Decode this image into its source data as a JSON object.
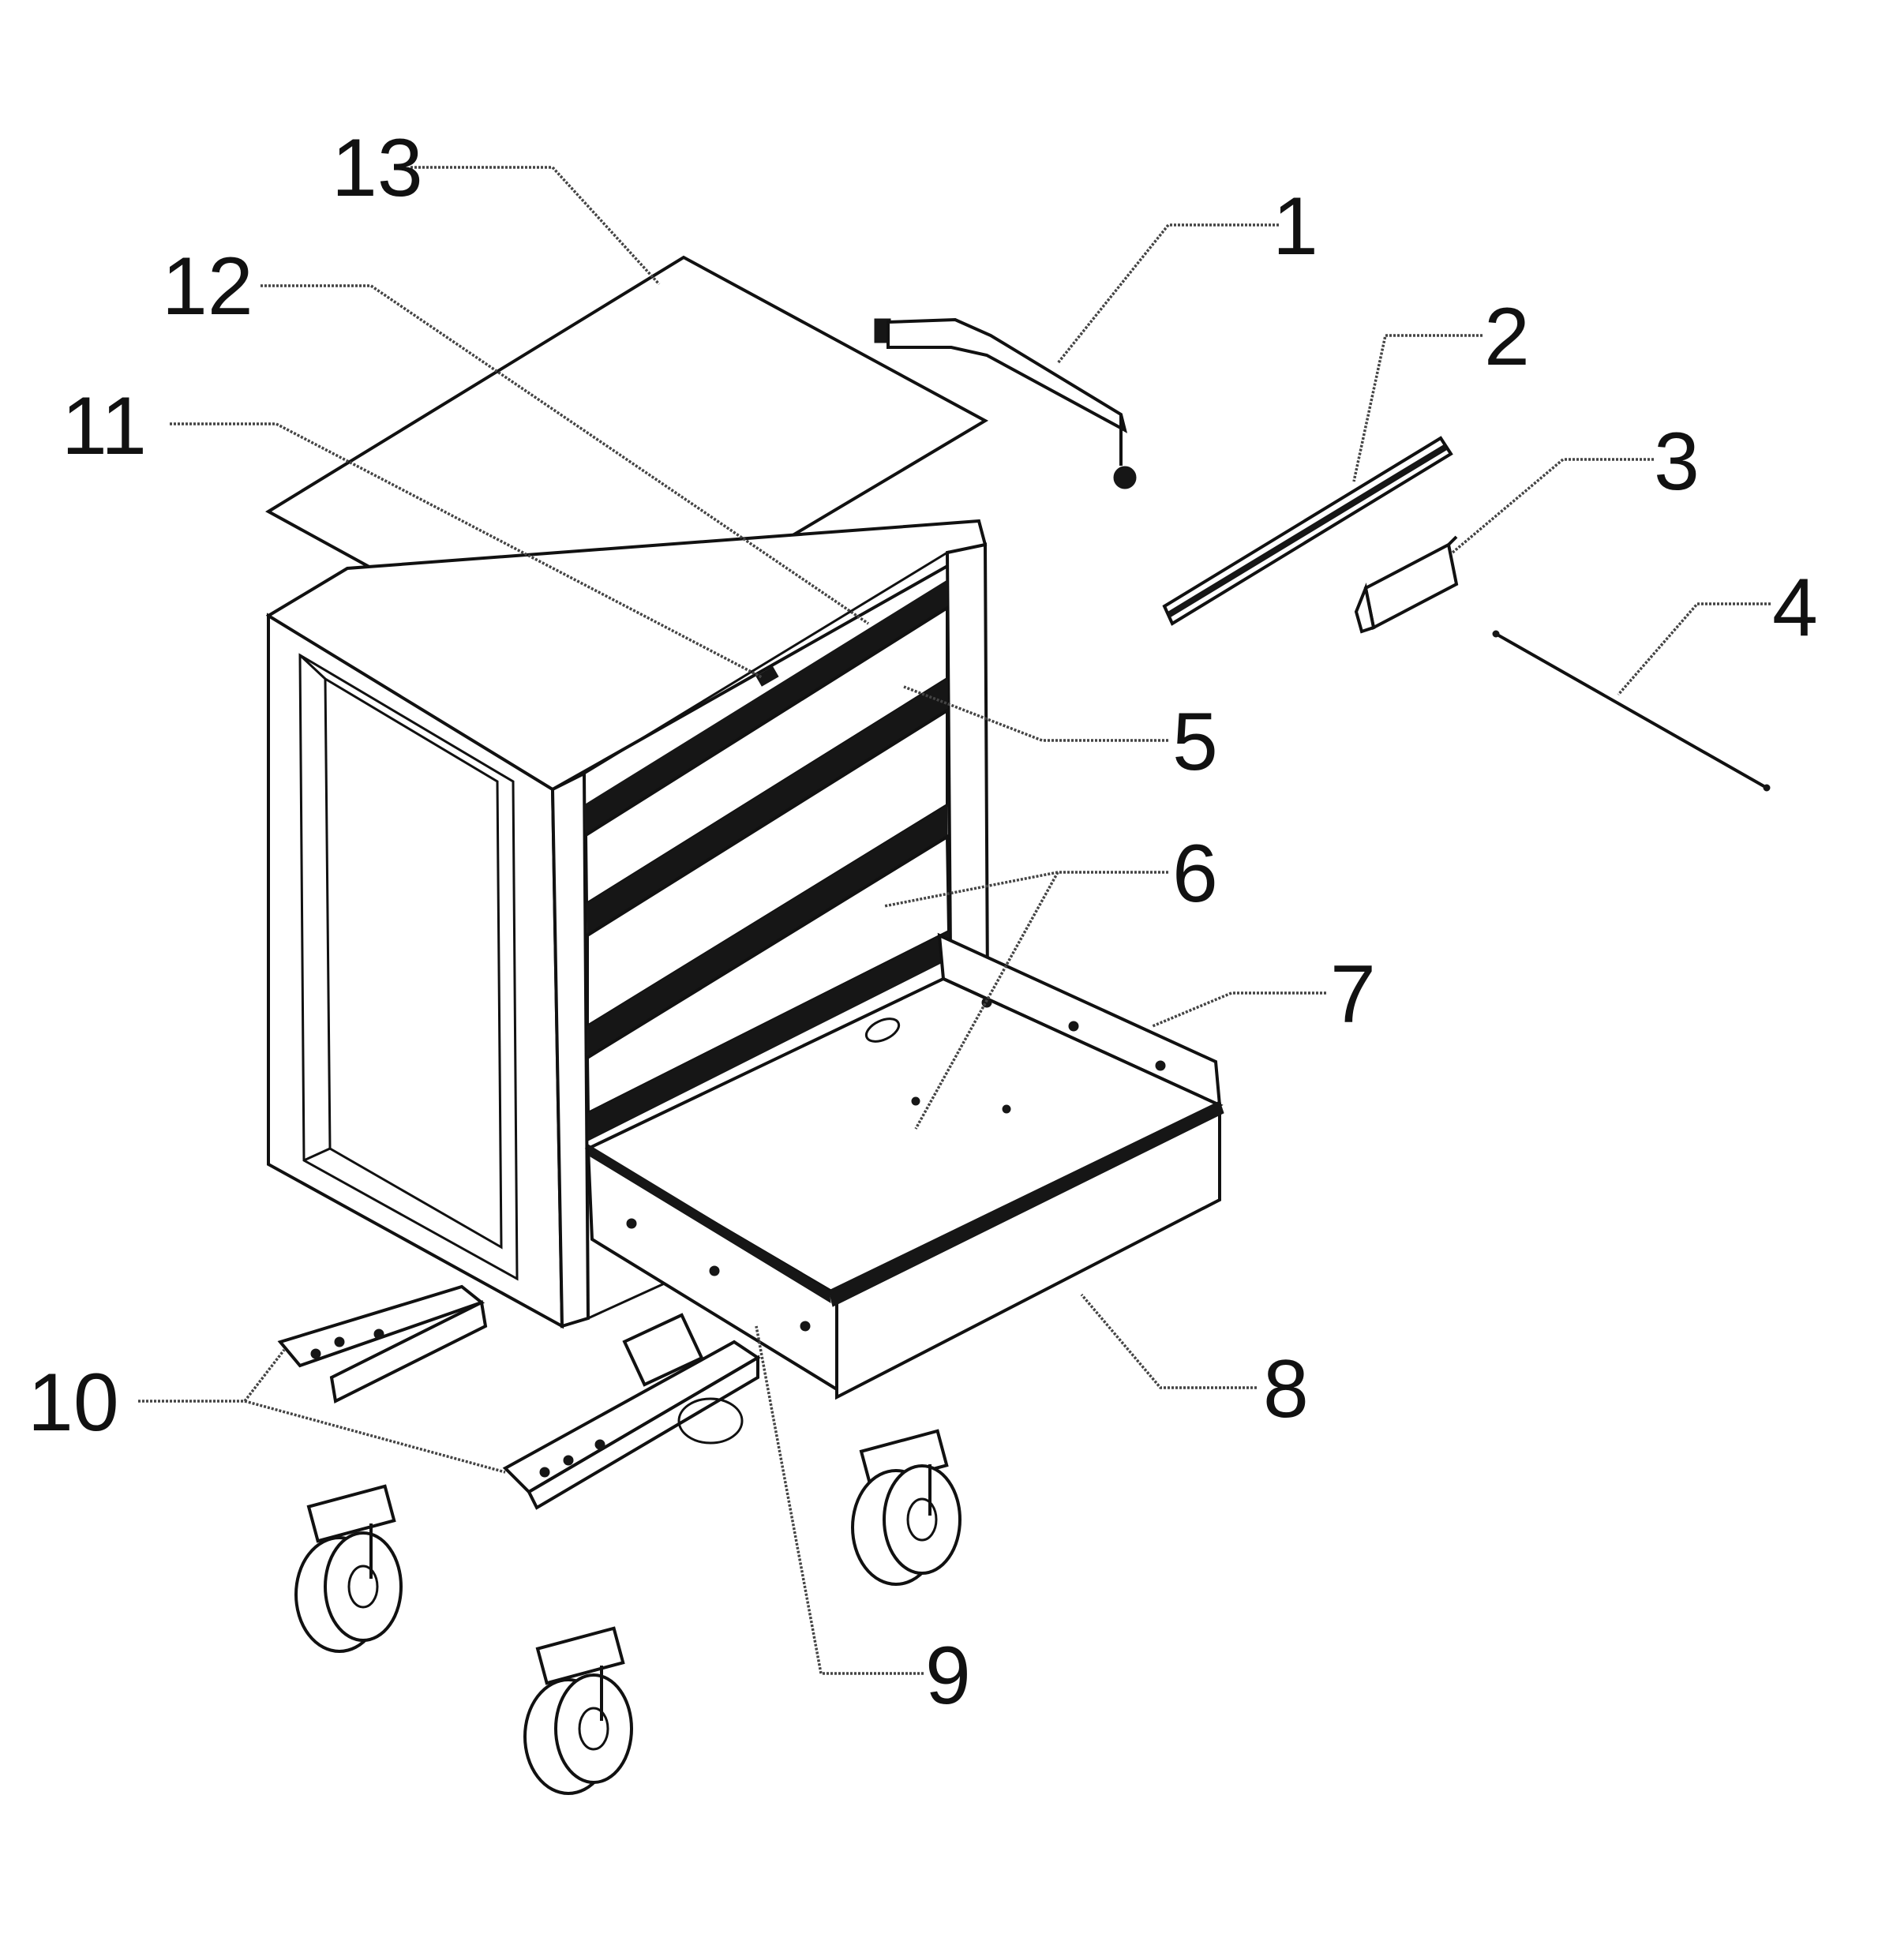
{
  "callouts": {
    "n1": "1",
    "n2": "2",
    "n3": "3",
    "n4": "4",
    "n5": "5",
    "n6": "6",
    "n7": "7",
    "n8": "8",
    "n9": "9",
    "n10": "10",
    "n11": "11",
    "n12": "12",
    "n13": "13"
  },
  "colors": {
    "ink": "#111111",
    "background": "#ffffff"
  }
}
